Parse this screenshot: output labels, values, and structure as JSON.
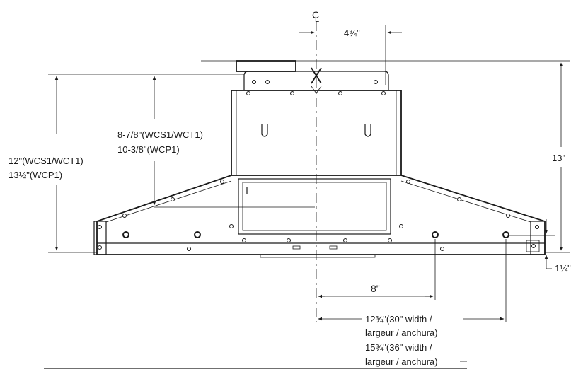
{
  "diagram": {
    "centerline_symbol": "CL",
    "dimensions": {
      "offset_top": "4¾\"",
      "height_overall_line1": "12\"(WCS1/WCT1)",
      "height_overall_line2": "13½\"(WCP1)",
      "height_inner_line1": "8-7/8\"(WCS1/WCT1)",
      "height_inner_line2": "10-3/8\"(WCP1)",
      "height_right": "13\"",
      "bottom_right": "1¼\"",
      "horizontal_8": "8\"",
      "horizontal_wide_line1": "12¾\"(30\" width /",
      "horizontal_wide_line2": "largeur / anchura)",
      "horizontal_wide_line3": "15¾\"(36\" width /",
      "horizontal_wide_line4": "largeur / anchura)"
    }
  }
}
